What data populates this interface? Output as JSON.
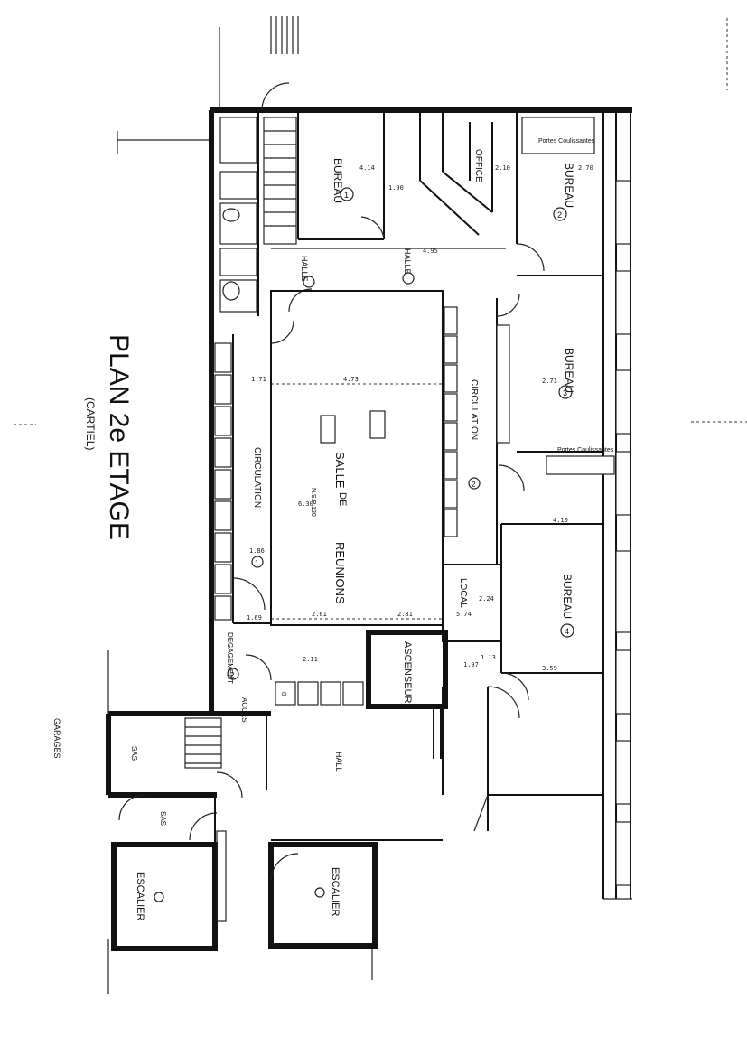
{
  "title": {
    "main": "PLAN 2e ETAGE",
    "sub": "(CARTIEL)"
  },
  "labels": {
    "garages": "GARAGES",
    "hall": "HALL",
    "ascenseur": "ASCENSEUR",
    "acces": "ACCES",
    "sas_1": "SAS",
    "sas_2": "SAS",
    "escalier_1": "ESCALIER",
    "escalier_2": "ESCALIER",
    "salle": "SALLE",
    "de": "DE",
    "reunions": "REUNIONS",
    "salle_area": "N.S.P 120",
    "circulation": "CIRCULATION",
    "circulation_num": "1",
    "circulation_2": "CIRCULATION",
    "circulation_2_num": "2",
    "degagement": "DEGAGEMENT",
    "degagement_num": "2",
    "local": "LOCAL",
    "bureau_1": "BUREAU",
    "bureau_1_num": "1",
    "bureau_2": "BUREAU",
    "bureau_2_num": "2",
    "bureau_3": "BUREAU",
    "bureau_3_num": "3",
    "bureau_4": "BUREAU",
    "bureau_4_num": "4",
    "halle_1": "HALLE",
    "halle_2": "HALLE",
    "office": "OFFICE",
    "pl": "PL",
    "portes_coulissantes": "Portes Coulissantes"
  },
  "dimensions": [
    "4.14",
    "2.10",
    "4.95",
    "2.70",
    "2.71",
    "4.73",
    "3.59",
    "2.61",
    "2.81",
    "1.69",
    "5.74",
    "2.24",
    "4.10",
    "1.97",
    "1.13",
    "1.90",
    "6.30",
    "1.71",
    "1.86",
    "2.11"
  ],
  "colors": {
    "ink": "#111111",
    "paper": "#ffffff"
  }
}
